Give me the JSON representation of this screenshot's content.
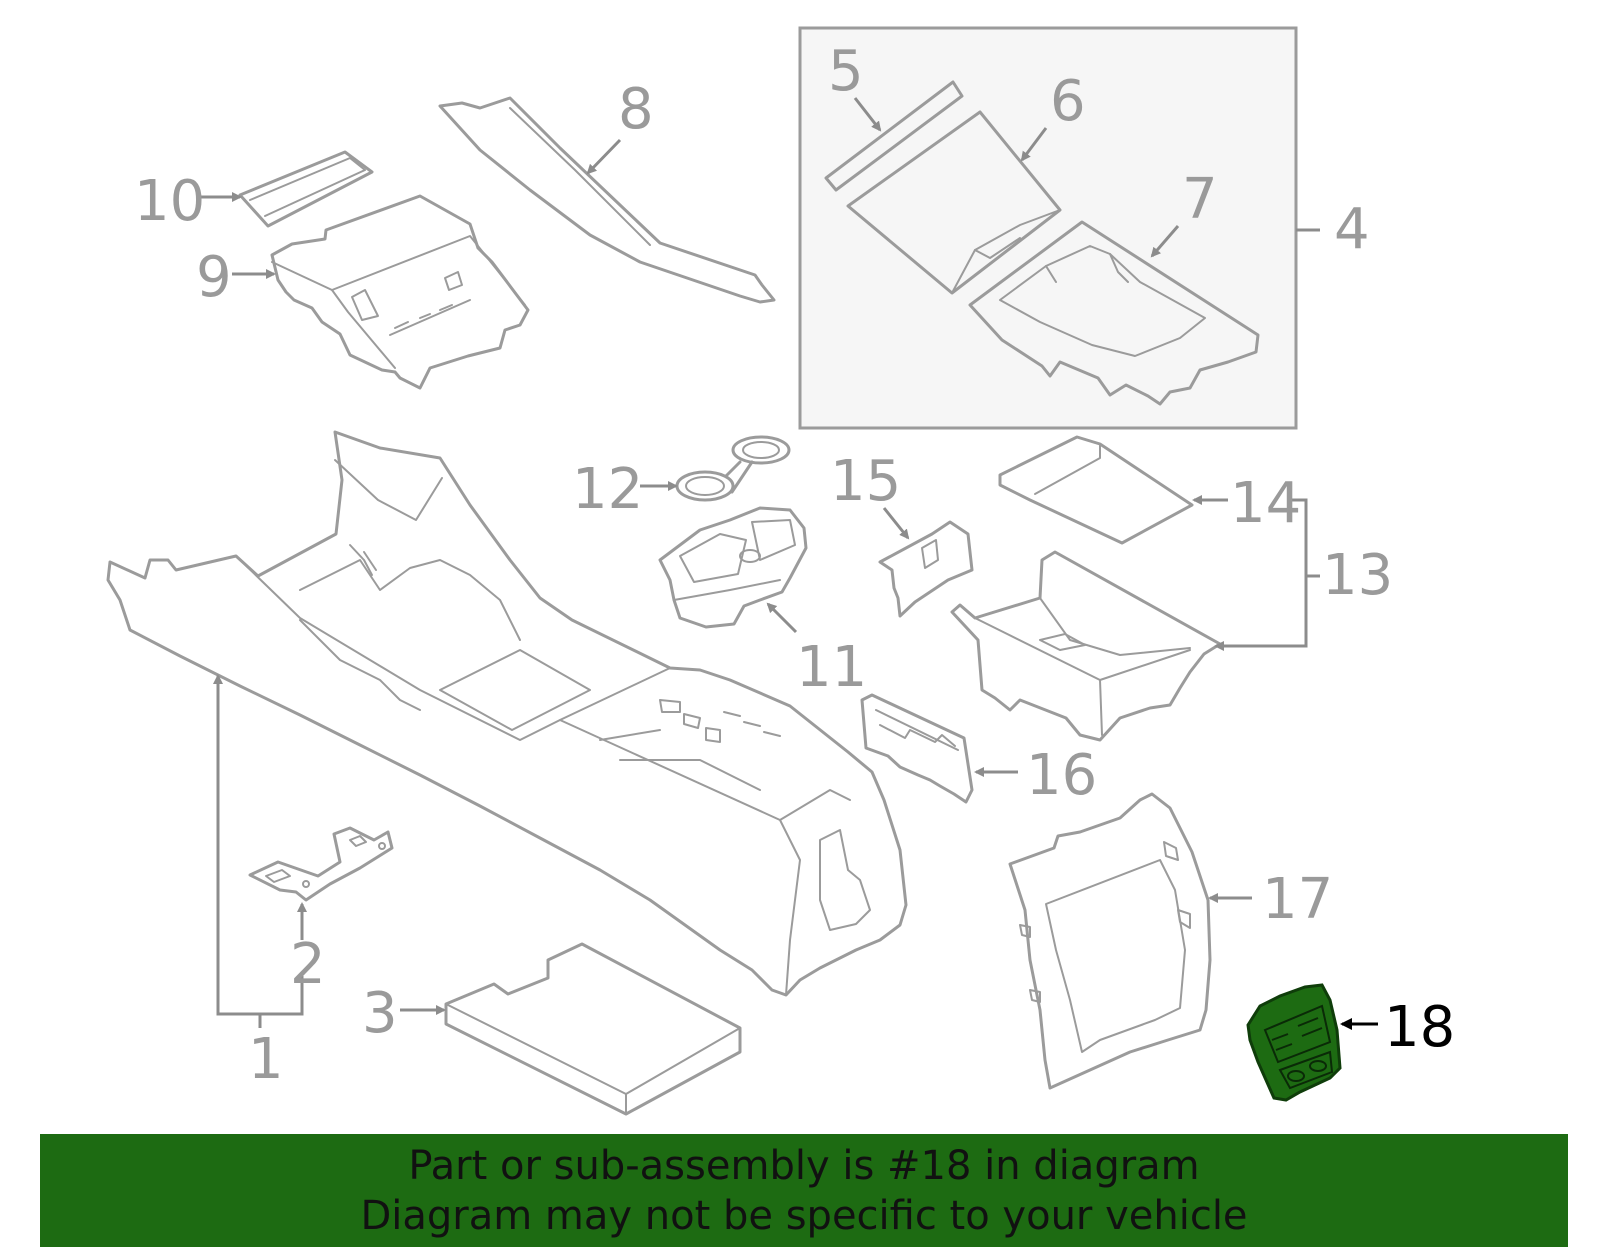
{
  "colors": {
    "part_stroke": "#9b9b9b",
    "group_box_fill": "#f6f6f6",
    "highlight_part_fill": "#1d6b12",
    "banner_background": "#1d6b12",
    "callout_text": "#9a9a9a",
    "highlight_callout_text": "#000000"
  },
  "callouts": {
    "c1": "1",
    "c2": "2",
    "c3": "3",
    "c4": "4",
    "c5": "5",
    "c6": "6",
    "c7": "7",
    "c8": "8",
    "c9": "9",
    "c10": "10",
    "c11": "11",
    "c12": "12",
    "c13": "13",
    "c14": "14",
    "c15": "15",
    "c16": "16",
    "c17": "17",
    "c18": "18"
  },
  "highlighted_part": "18",
  "banner": {
    "line1": "Part or sub-assembly is #18 in diagram",
    "line2": "Diagram may not be specific to your vehicle"
  }
}
